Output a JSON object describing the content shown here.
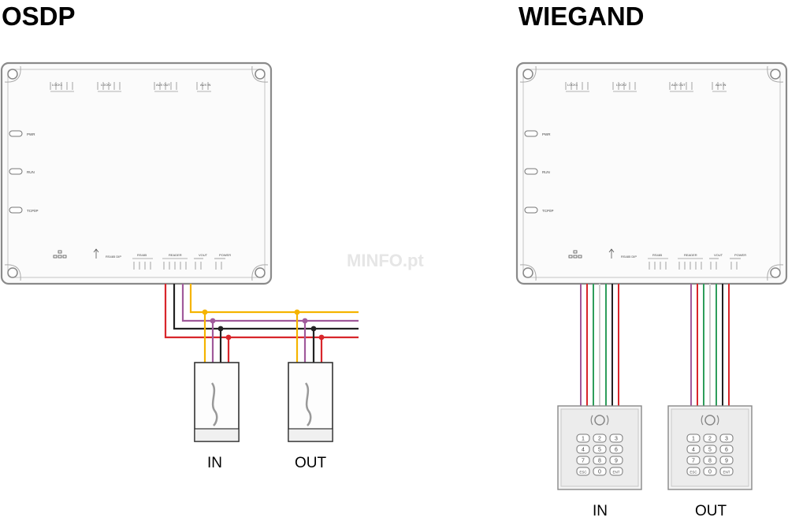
{
  "titles": {
    "osdp": "OSDP",
    "wiegand": "WIEGAND"
  },
  "labels": {
    "osdp_in": "IN",
    "osdp_out": "OUT",
    "wiegand_in": "IN",
    "wiegand_out": "OUT"
  },
  "watermark": "MINFO.pt",
  "controller": {
    "top_groups": [
      "LOCK1",
      "LOCK2",
      "AUX OUT",
      "AUX IN"
    ],
    "leds": [
      "PWR",
      "RUN",
      "TCP/IP"
    ],
    "bottom_groups": [
      "RS485",
      "READER",
      "VOUT",
      "POWER"
    ],
    "dip_label": "RS485 DIP"
  },
  "keypad_keys": [
    "1",
    "2",
    "3",
    "4",
    "5",
    "6",
    "7",
    "8",
    "9",
    "ESC",
    "0",
    "ENT"
  ],
  "wire_colors": {
    "yellow": "#f5b400",
    "purple": "#a05a9b",
    "black": "#222222",
    "red": "#d8262b",
    "green": "#2e9d5b",
    "white": "#cfcfcf"
  }
}
